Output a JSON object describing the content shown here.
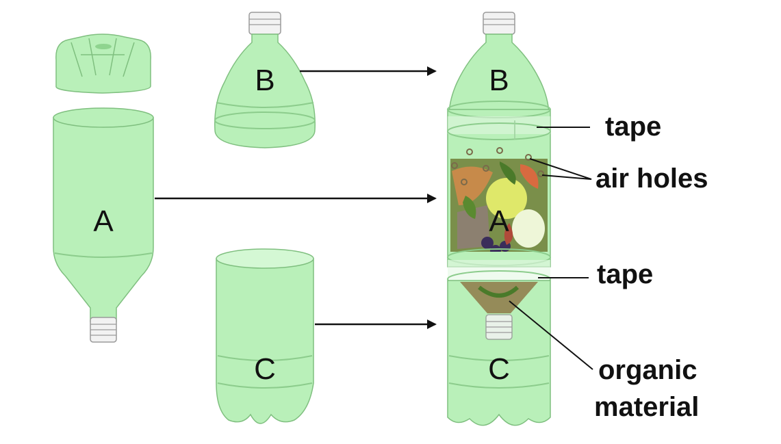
{
  "parts": {
    "a_label": "A",
    "b_label": "B",
    "c_label": "C"
  },
  "assembled": {
    "a_label": "A",
    "b_label": "B",
    "c_label": "C"
  },
  "callouts": {
    "tape_top": "tape",
    "air_holes": "air holes",
    "tape_bottom": "tape",
    "organic_line1": "organic",
    "organic_line2": "material"
  },
  "colors": {
    "bottle_green": "#b9f0b9",
    "bottle_outline": "#7fbf7f",
    "cap": "#f2f2f2",
    "compost_brown": "#8a6a3a"
  }
}
